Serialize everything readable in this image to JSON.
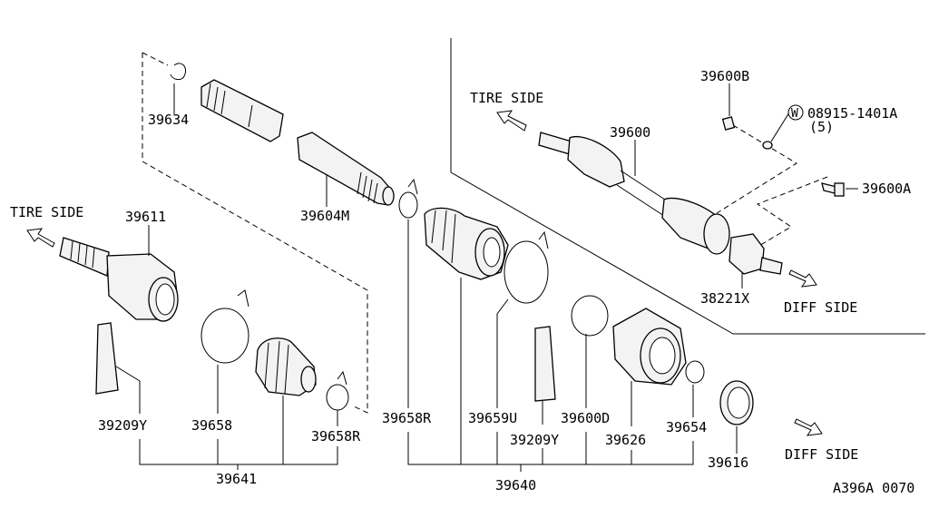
{
  "side_labels": {
    "tire_side_left": "TIRE SIDE",
    "tire_side_right": "TIRE SIDE",
    "diff_side_upper": "DIFF SIDE",
    "diff_side_lower": "DIFF SIDE"
  },
  "parts": [
    {
      "id": "p39634",
      "label": "39634"
    },
    {
      "id": "p39604M",
      "label": "39604M"
    },
    {
      "id": "p39611",
      "label": "39611"
    },
    {
      "id": "p39600",
      "label": "39600"
    },
    {
      "id": "p39600B",
      "label": "39600B"
    },
    {
      "id": "p08915",
      "label": "08915-1401A"
    },
    {
      "id": "p08915qty",
      "label": "(5)"
    },
    {
      "id": "p39600A",
      "label": "39600A"
    },
    {
      "id": "p38221X",
      "label": "38221X"
    },
    {
      "id": "p39209Y_l",
      "label": "39209Y"
    },
    {
      "id": "p39658",
      "label": "39658"
    },
    {
      "id": "p39658R_l",
      "label": "39658R"
    },
    {
      "id": "p39641",
      "label": "39641"
    },
    {
      "id": "p39658R_r",
      "label": "39658R"
    },
    {
      "id": "p39659U",
      "label": "39659U"
    },
    {
      "id": "p39600D",
      "label": "39600D"
    },
    {
      "id": "p39209Y_r",
      "label": "39209Y"
    },
    {
      "id": "p39626",
      "label": "39626"
    },
    {
      "id": "p39654",
      "label": "39654"
    },
    {
      "id": "p39640",
      "label": "39640"
    },
    {
      "id": "p39616",
      "label": "39616"
    }
  ],
  "washer_symbol": "W",
  "diagram_code": "A396A 0070"
}
